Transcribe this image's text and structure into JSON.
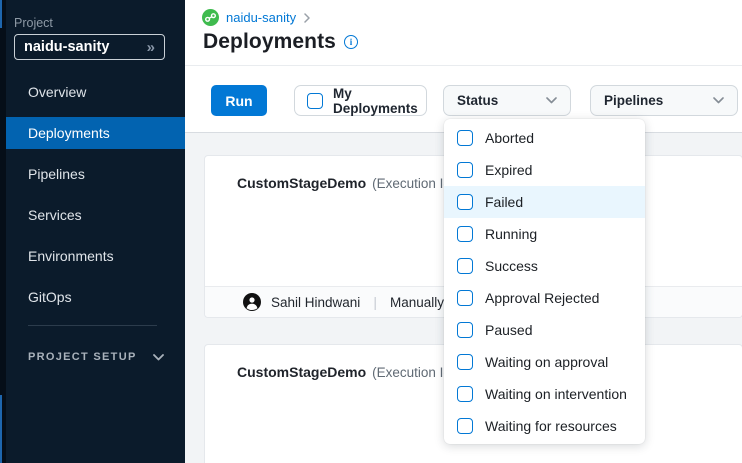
{
  "colors": {
    "primary_blue": "#0278d5",
    "selected_nav_blue": "#0263b0",
    "sidebar_bg": "#0b1b2b",
    "green_module_icon": "#3fbb4e",
    "highlight_row": "#e9f6fe"
  },
  "sidebar": {
    "project_label": "Project",
    "project_value": "naidu-sanity",
    "items": [
      {
        "label": "Overview",
        "selected": false
      },
      {
        "label": "Deployments",
        "selected": true
      },
      {
        "label": "Pipelines",
        "selected": false
      },
      {
        "label": "Services",
        "selected": false
      },
      {
        "label": "Environments",
        "selected": false
      },
      {
        "label": "GitOps",
        "selected": false
      }
    ],
    "project_setup_label": "PROJECT SETUP"
  },
  "header": {
    "breadcrumb_project": "naidu-sanity",
    "title": "Deployments"
  },
  "toolbar": {
    "run_button": "Run",
    "my_deployments_label": "My Deployments",
    "my_deployments_checked": false,
    "status_filter_label": "Status",
    "pipelines_filter_label": "Pipelines"
  },
  "status_dropdown": {
    "options": [
      {
        "label": "Aborted",
        "checked": false,
        "highlighted": false
      },
      {
        "label": "Expired",
        "checked": false,
        "highlighted": false
      },
      {
        "label": "Failed",
        "checked": false,
        "highlighted": true
      },
      {
        "label": "Running",
        "checked": false,
        "highlighted": false
      },
      {
        "label": "Success",
        "checked": false,
        "highlighted": false
      },
      {
        "label": "Approval Rejected",
        "checked": false,
        "highlighted": false
      },
      {
        "label": "Paused",
        "checked": false,
        "highlighted": false
      },
      {
        "label": "Waiting on approval",
        "checked": false,
        "highlighted": false
      },
      {
        "label": "Waiting on intervention",
        "checked": false,
        "highlighted": false
      },
      {
        "label": "Waiting for resources",
        "checked": false,
        "highlighted": false
      }
    ]
  },
  "deployments": [
    {
      "pipeline": "CustomStageDemo",
      "execution_suffix": "(Execution Id",
      "author": "Sahil Hindwani",
      "trigger": "Manually"
    },
    {
      "pipeline": "CustomStageDemo",
      "execution_suffix": "(Execution Id"
    }
  ]
}
